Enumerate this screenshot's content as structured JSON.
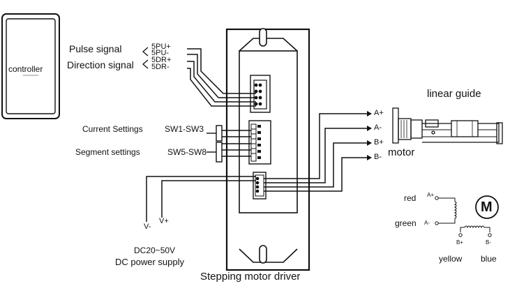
{
  "controller": {
    "label": "controller"
  },
  "signals": {
    "pulse_label": "Pulse signal",
    "direction_label": "Direction signal",
    "pu_plus": "5PU+",
    "pu_minus": "5PU-",
    "dr_plus": "5DR+",
    "dr_minus": "5DR-"
  },
  "settings": {
    "current_label": "Current Settings",
    "current_switches": "SW1-SW3",
    "segment_label": "Segment settings",
    "segment_switches": "SW5-SW8"
  },
  "power": {
    "v_plus": "V+",
    "v_minus": "V-",
    "voltage": "DC20~50V",
    "supply_label": "DC power supply"
  },
  "driver": {
    "label": "Stepping motor driver"
  },
  "outputs": {
    "a_plus": "A+",
    "a_minus": "A-",
    "b_plus": "B+",
    "b_minus": "B-"
  },
  "motor": {
    "label": "motor",
    "guide_label": "linear guide"
  },
  "wiring": {
    "red": "red",
    "green": "green",
    "yellow": "yellow",
    "blue": "blue",
    "a_plus": "A+",
    "a_minus": "A-",
    "b_plus": "B+",
    "b_minus": "B-",
    "m_symbol": "M"
  }
}
